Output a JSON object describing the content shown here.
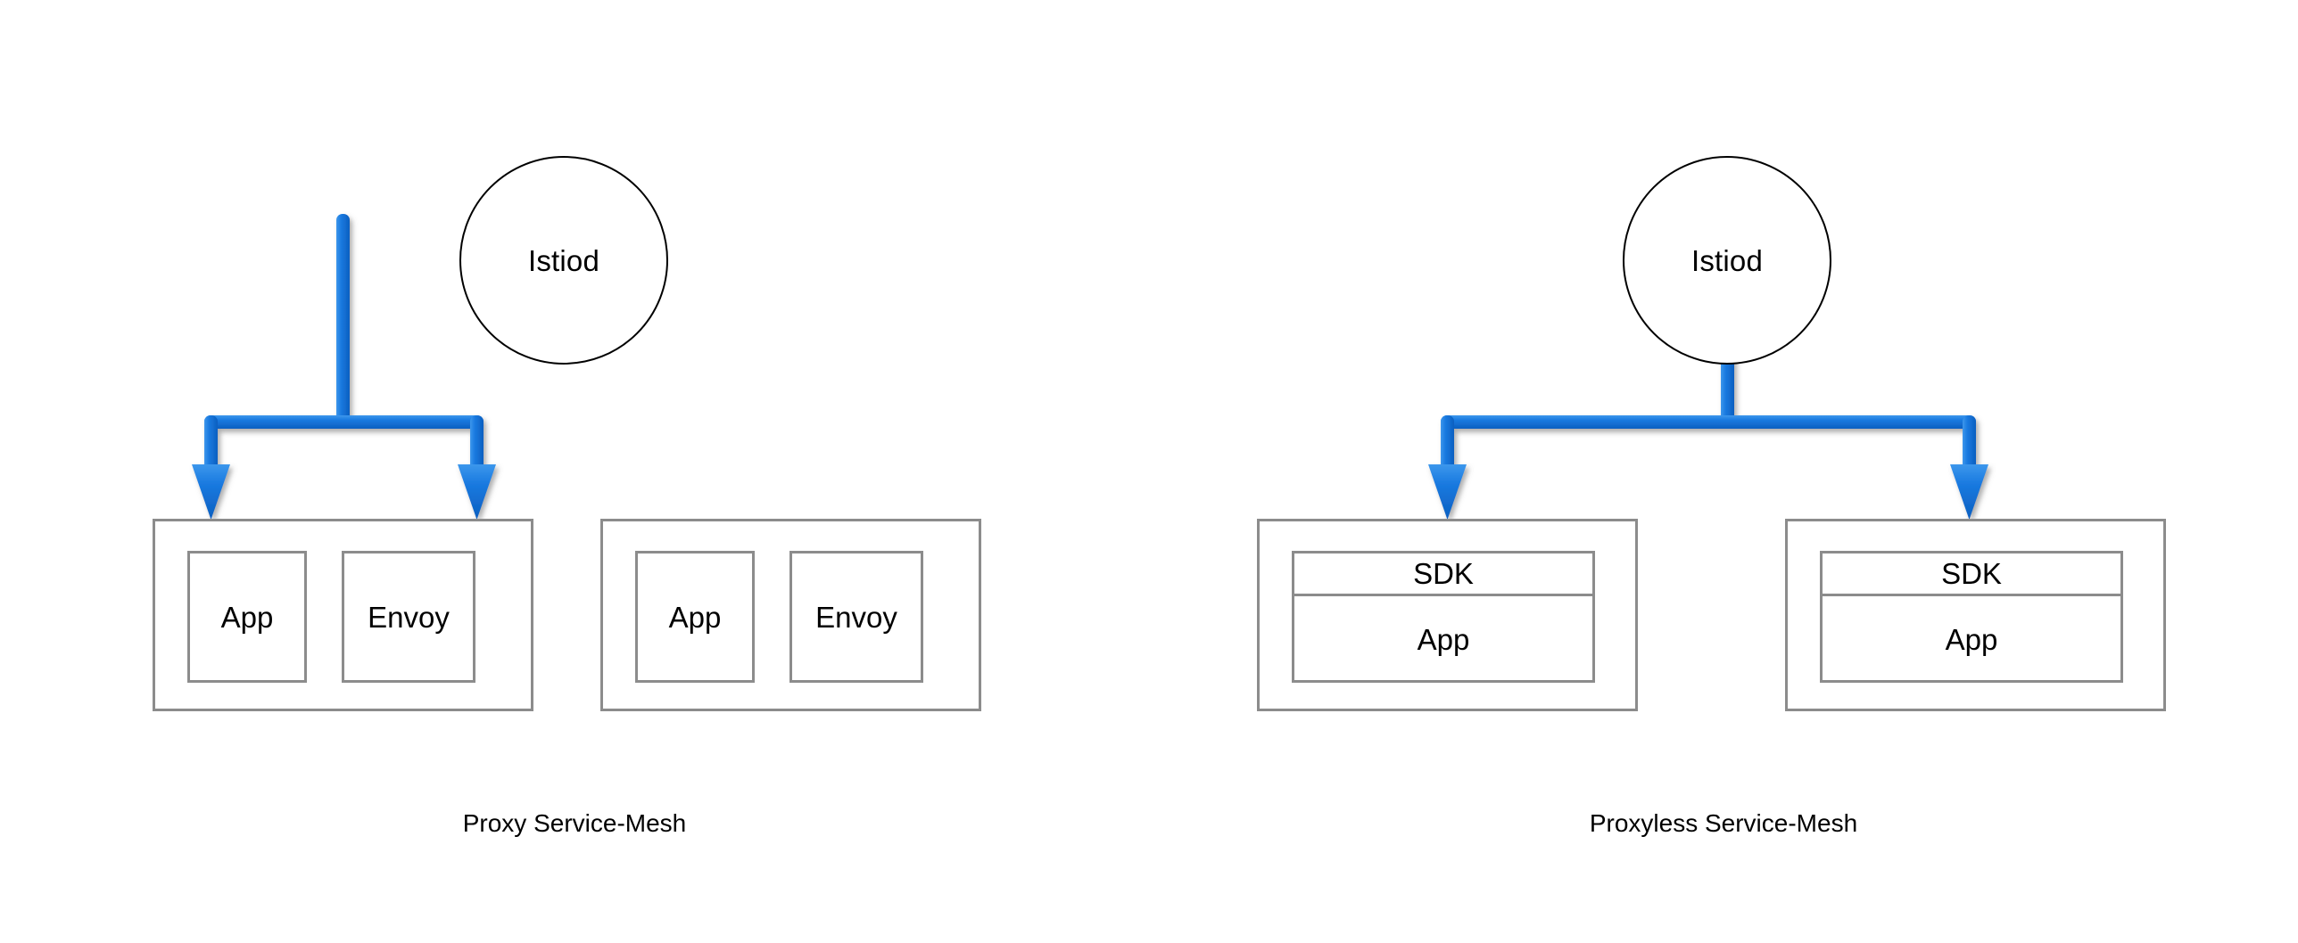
{
  "figure": {
    "type": "architecture-comparison-diagram",
    "background_color": "#ffffff",
    "accent_color": "#1a7ae0",
    "node_border_color": "#8c8c8c",
    "circle_border_color": "#000000"
  },
  "panels": [
    {
      "id": "proxy",
      "caption": "Proxy Service-Mesh",
      "control_plane": {
        "label": "Istiod",
        "shape": "circle"
      },
      "pods": [
        {
          "id": "proxy-pod-1",
          "components": [
            {
              "label": "App"
            },
            {
              "label": "Envoy"
            }
          ]
        },
        {
          "id": "proxy-pod-2",
          "components": [
            {
              "label": "App"
            },
            {
              "label": "Envoy"
            }
          ]
        }
      ]
    },
    {
      "id": "proxyless",
      "caption": "Proxyless Service-Mesh",
      "control_plane": {
        "label": "Istiod",
        "shape": "circle"
      },
      "pods": [
        {
          "id": "proxyless-pod-1",
          "components": [
            {
              "label": "SDK"
            },
            {
              "label": "App"
            }
          ]
        },
        {
          "id": "proxyless-pod-2",
          "components": [
            {
              "label": "SDK"
            },
            {
              "label": "App"
            }
          ]
        }
      ]
    }
  ]
}
